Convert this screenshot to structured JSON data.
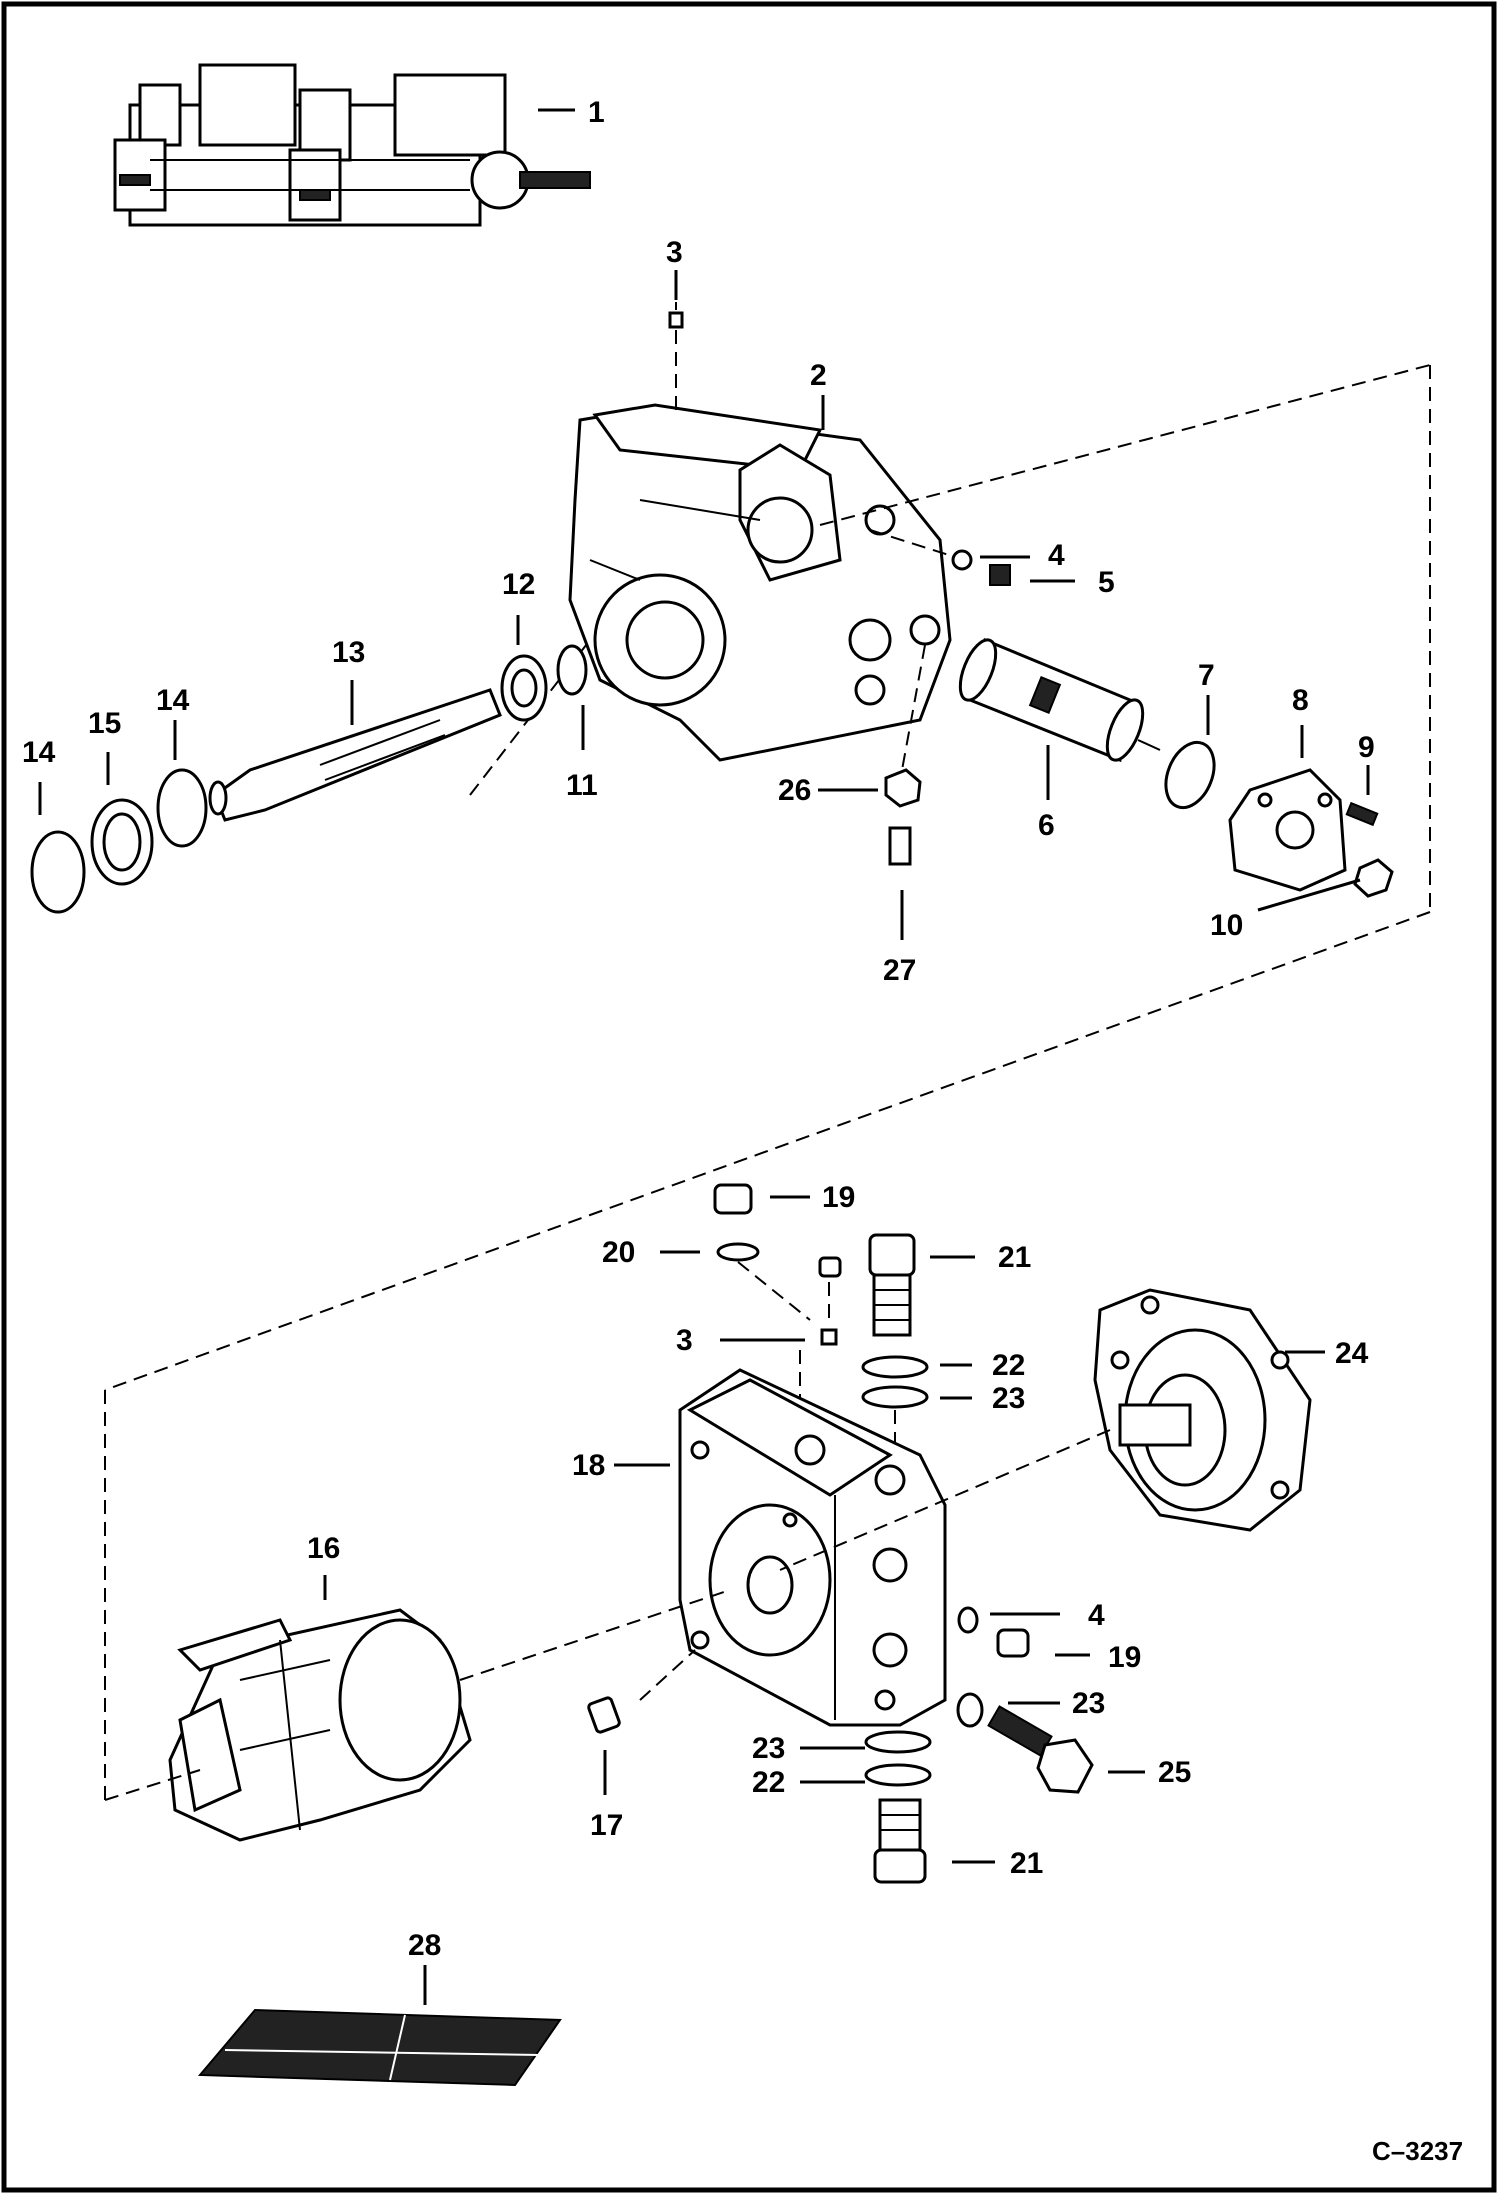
{
  "figure": {
    "figure_id": "C–3237"
  },
  "callouts": {
    "c1": "1",
    "c2": "2",
    "c3_top": "3",
    "c4_top": "4",
    "c5": "5",
    "c6": "6",
    "c7": "7",
    "c8": "8",
    "c9": "9",
    "c10": "10",
    "c11": "11",
    "c12": "12",
    "c13": "13",
    "c14_left": "14",
    "c14_right": "14",
    "c15": "15",
    "c26": "26",
    "c27": "27",
    "c19_top": "19",
    "c20": "20",
    "c21_top": "21",
    "c3_bottom": "3",
    "c22_top": "22",
    "c23_top": "23",
    "c24": "24",
    "c18": "18",
    "c16": "16",
    "c4_bottom": "4",
    "c19_bottom": "19",
    "c23_right": "23",
    "c23_bottom": "23",
    "c22_bottom": "22",
    "c25": "25",
    "c17": "17",
    "c21_bottom": "21",
    "c28": "28"
  },
  "colors": {
    "line": "#000000",
    "paper": "#ffffff"
  }
}
